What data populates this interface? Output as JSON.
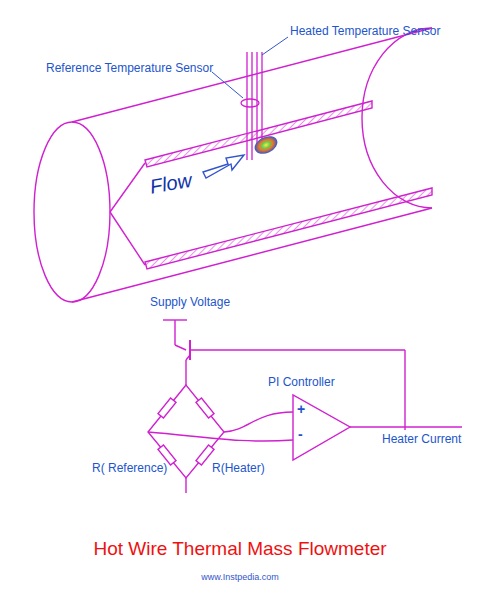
{
  "diagram": {
    "title": "Hot Wire Thermal Mass Flowmeter",
    "nodes": [
      {
        "text": [
          "PI Controller",
          "+",
          "-"
        ]
      }
    ],
    "labels": [
      "Reference Temperature Sensor",
      "Heated Temperature Sensor",
      "Flow",
      "Supply Voltage",
      "R( Reference)",
      "R(Heater)",
      "Heater Current",
      "www.Instpedia.com"
    ]
  }
}
